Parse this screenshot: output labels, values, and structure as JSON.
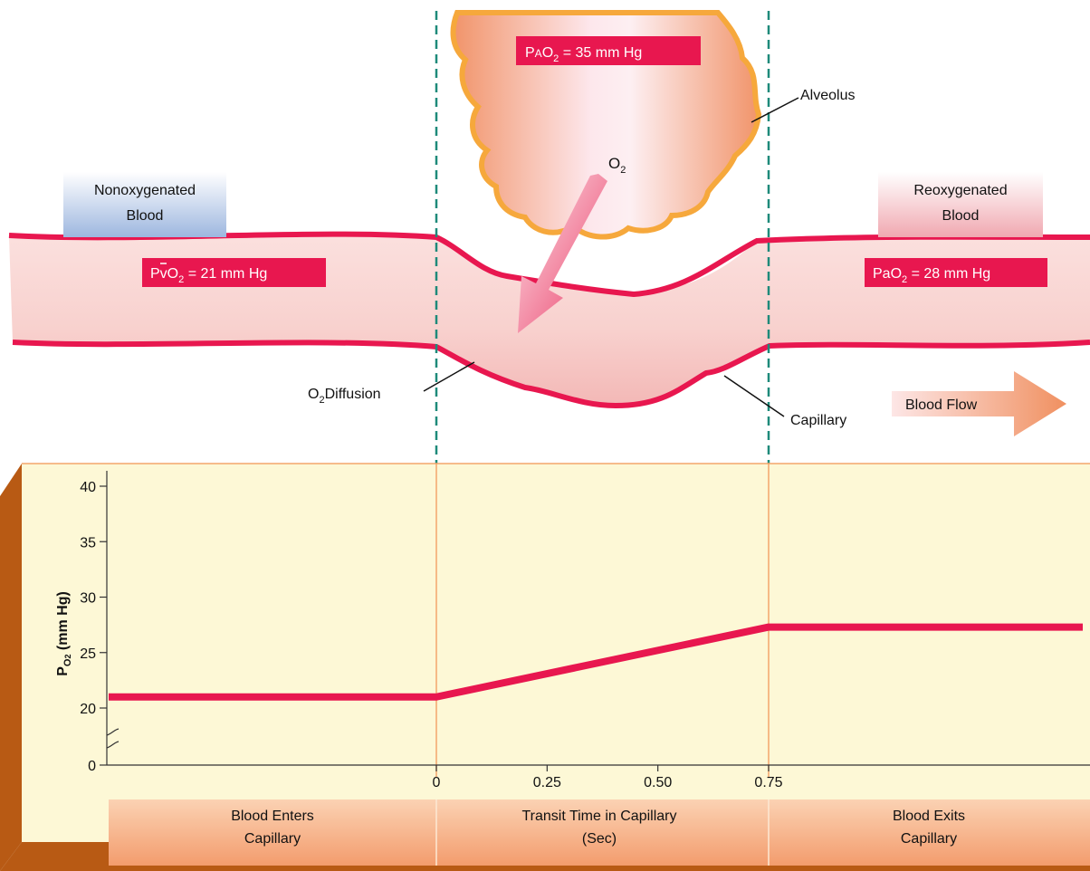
{
  "labels": {
    "alveolus_pressure": {
      "prefix": "P",
      "sub_a": "A",
      "o": "O",
      "two": "2",
      "value": " = 35 mm Hg"
    },
    "venous_pressure": {
      "prefix": "P",
      "v": "v",
      "o": "O",
      "two": "2",
      "value": " = 21 mm Hg"
    },
    "arterial_pressure": {
      "prefix": "Pa",
      "o": "O",
      "two": "2",
      "value": " = 28 mm Hg"
    },
    "alveolus": "Alveolus",
    "capillary": "Capillary",
    "diffusion": {
      "o": "O",
      "two": "2",
      "text": "Diffusion"
    },
    "o2_arrow": {
      "o": "O",
      "two": "2"
    },
    "blood_flow": "Blood Flow",
    "nonoxygenated": [
      "Nonoxygenated",
      "Blood"
    ],
    "reoxygenated": [
      "Reoxygenated",
      "Blood"
    ]
  },
  "bottom_bar": [
    [
      "Blood Enters",
      "Capillary"
    ],
    [
      "Transit Time in Capillary",
      "(Sec)"
    ],
    [
      "Blood Exits",
      "Capillary"
    ]
  ],
  "colors": {
    "accent": "#e8174f",
    "panel": "#fdf8d6",
    "panel_edge": "#b85a14",
    "dash": "#1e8a7a"
  },
  "chart_data": {
    "type": "line",
    "ylabel": {
      "p": "P",
      "o": "O",
      "two": "2",
      "unit": " (mm Hg)"
    },
    "y_ticks": [
      "0",
      "20",
      "25",
      "30",
      "35",
      "40"
    ],
    "x_ticks": [
      "0",
      "0.25",
      "0.50",
      "0.75"
    ],
    "ylim": [
      0,
      40
    ],
    "axis_break": true,
    "series": [
      {
        "values": [
          {
            "x": "enter",
            "y": 21
          },
          {
            "x": 0,
            "y": 21
          },
          {
            "x": 0.75,
            "y": 27.3
          },
          {
            "x": "exit",
            "y": 27.3
          }
        ]
      }
    ]
  }
}
